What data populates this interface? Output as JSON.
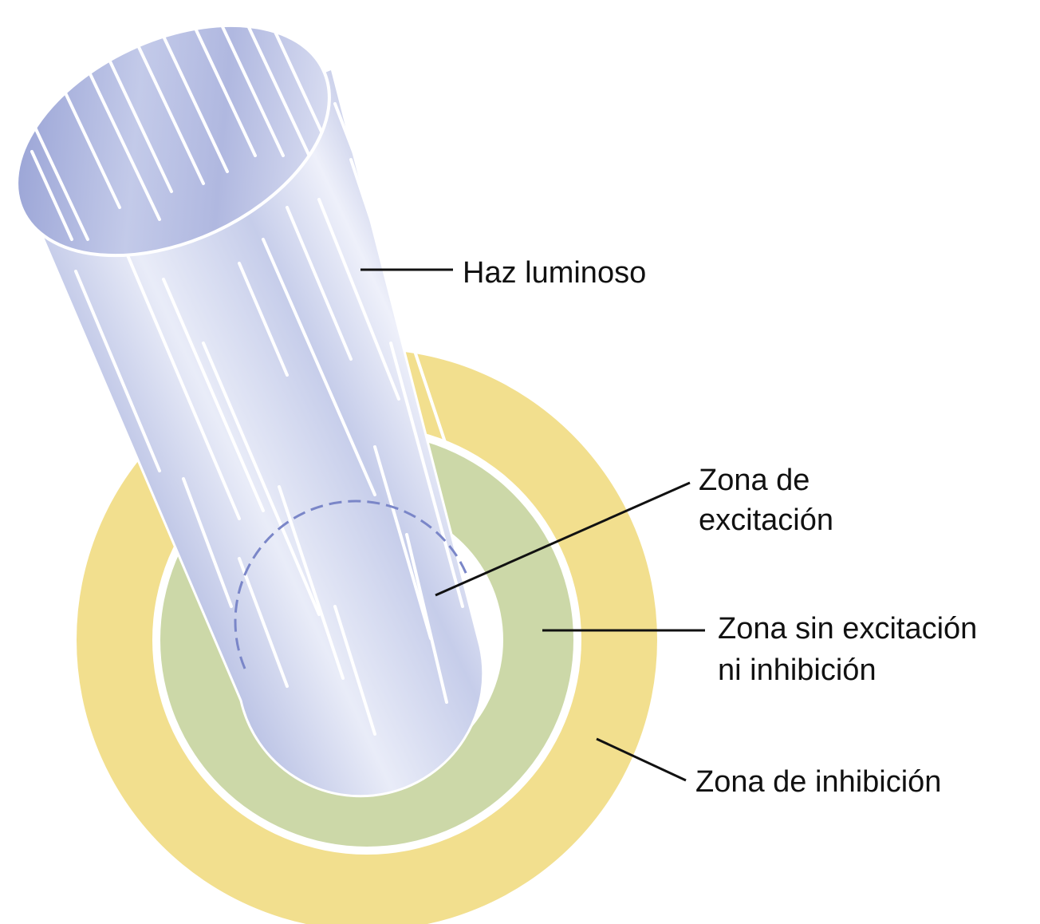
{
  "labels": {
    "light_beam": "Haz luminoso",
    "excitation_zone": [
      "Zona de",
      "excitación"
    ],
    "neutral_zone": [
      "Zona sin excitación",
      "ni inhibición"
    ],
    "inhibition_zone": "Zona de inhibición"
  },
  "colors": {
    "inhibition_ring": "#f2df8e",
    "neutral_ring": "#ccd8a8",
    "ring_separator": "#ffffff",
    "beam_light": "#e4e8f6",
    "beam_mid": "#b4bde2",
    "beam_dark": "#8e99cf",
    "beam_streaks": "#ffffff",
    "excitation_dash": "#7a86c8",
    "text": "#111111"
  },
  "icons": [
    "light-beam-cylinder"
  ]
}
